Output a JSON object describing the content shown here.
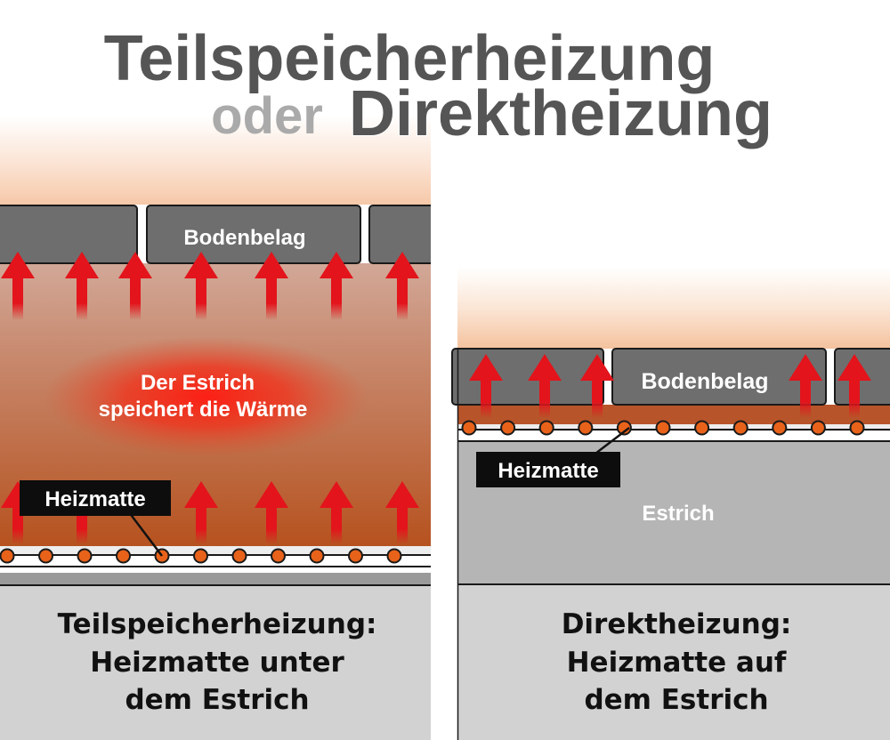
{
  "title": {
    "line1": "Teilspeicherheizung",
    "line2_a": "oder",
    "line2_b": "Direktheizung"
  },
  "left": {
    "floor_label": "Bodenbelag",
    "screed_text_line1": "Der Estrich",
    "screed_text_line2": "speichert die Wärme",
    "mat_label": "Heizmatte",
    "caption_line1": "Teilspeicherheizung:",
    "caption_line2": "Heizmatte unter",
    "caption_line3": "dem Estrich"
  },
  "right": {
    "floor_label": "Bodenbelag",
    "mat_label": "Heizmatte",
    "screed_label": "Estrich",
    "caption_line1": "Direktheizung:",
    "caption_line2": "Heizmatte auf",
    "caption_line3": "dem Estrich"
  },
  "colors": {
    "title_dark": "#555555",
    "title_light": "#aaaaaa",
    "tile": "#6e6e6e",
    "screed_warm": "#b8542a",
    "screed_grey": "#b5b5b5",
    "arrow": "#e3141b",
    "heat_dot": "#e8621a",
    "base": "#d2d2d2"
  }
}
